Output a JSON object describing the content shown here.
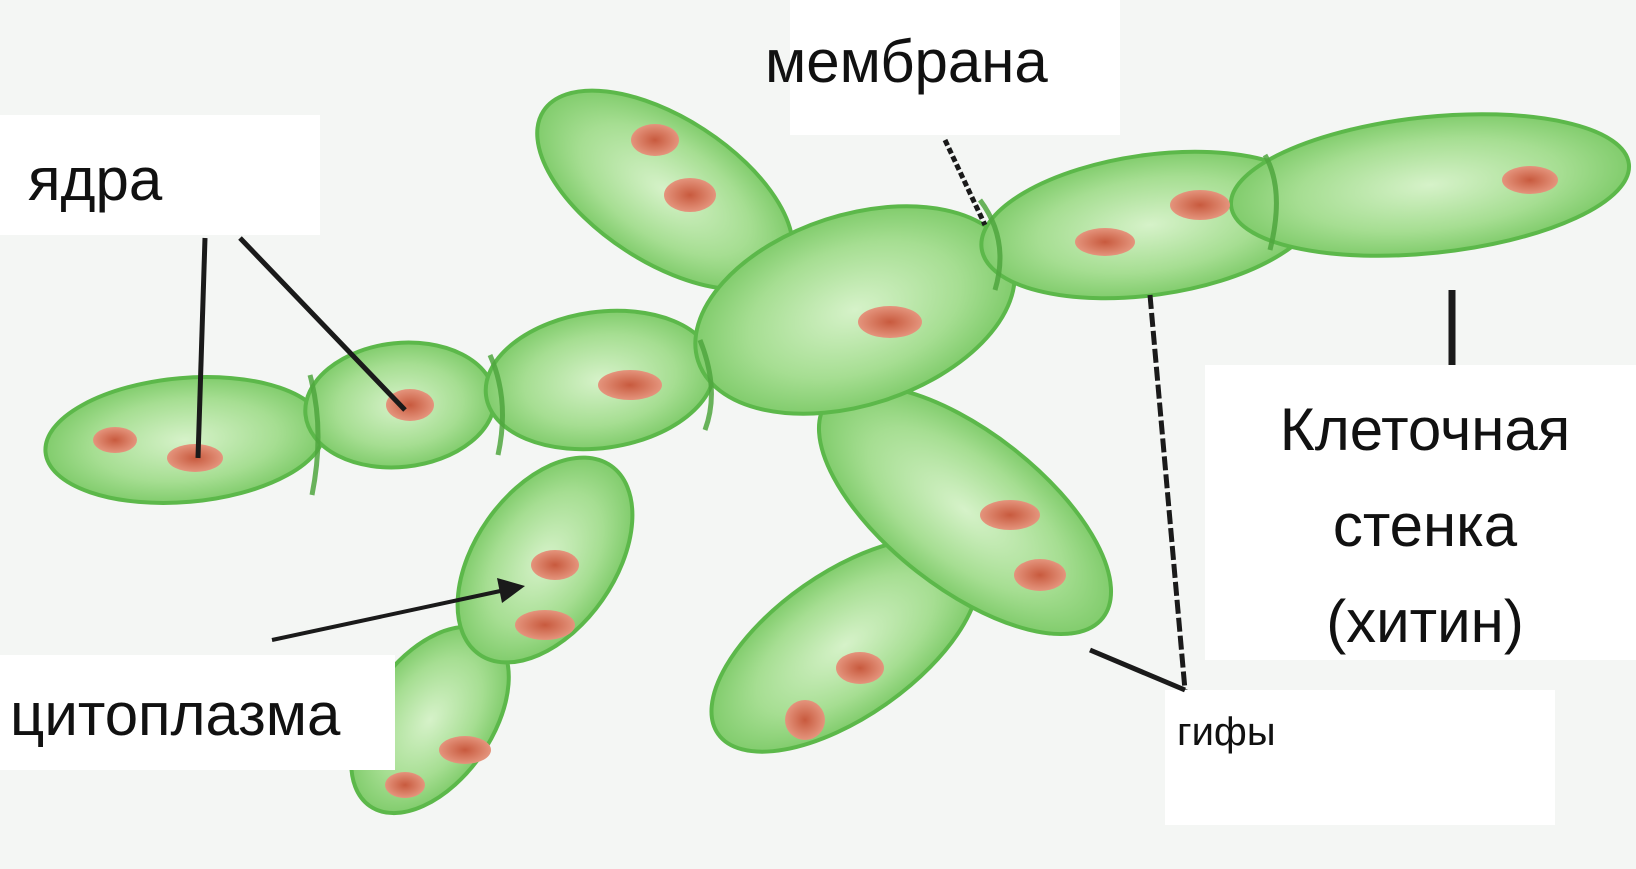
{
  "labels": {
    "nuclei": "ядра",
    "membrane": "мембрана",
    "cytoplasm": "цитоплазма",
    "hyphae": "гифы",
    "cell_wall_line1": "Клеточная",
    "cell_wall_line2": "стенка",
    "cell_wall_line3": "(хитин)"
  },
  "colors": {
    "cell_fill": "#8fd47e",
    "cell_edge": "#5cb84a",
    "nucleus": "#d9755f",
    "background": "#f4f6f4",
    "leader_line": "#1a1a1a"
  }
}
